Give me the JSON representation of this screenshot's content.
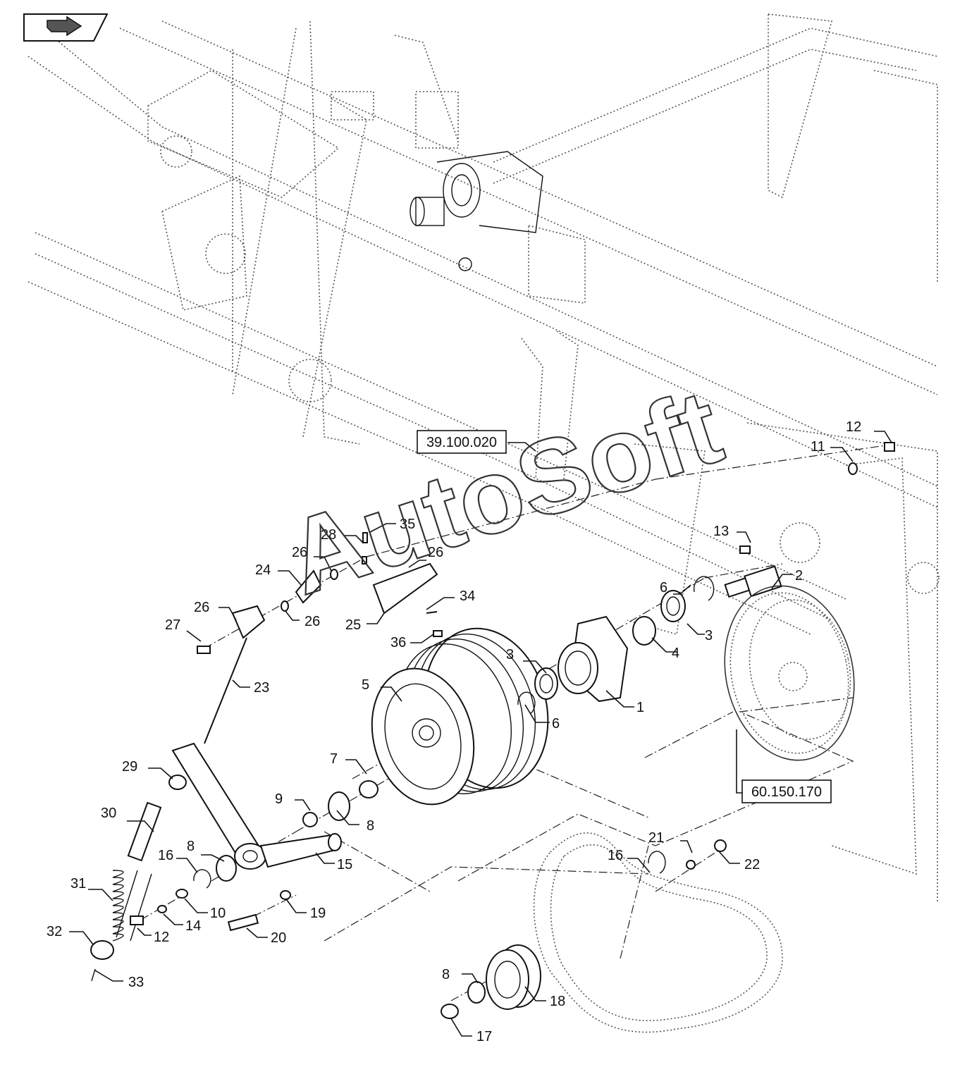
{
  "nav": {
    "back_icon": "back-arrow-icon"
  },
  "watermark": "AutoSoft",
  "references": [
    {
      "id": "ref-1",
      "label": "39.100.020"
    },
    {
      "id": "ref-2",
      "label": "60.150.170"
    }
  ],
  "callouts": [
    "1",
    "2",
    "3",
    "3",
    "4",
    "5",
    "6",
    "6",
    "7",
    "8",
    "8",
    "8",
    "9",
    "10",
    "11",
    "12",
    "12",
    "13",
    "14",
    "15",
    "16",
    "16",
    "17",
    "18",
    "19",
    "20",
    "21",
    "22",
    "23",
    "24",
    "25",
    "26",
    "26",
    "26",
    "26",
    "27",
    "28",
    "29",
    "30",
    "31",
    "32",
    "33",
    "34",
    "35",
    "36"
  ]
}
